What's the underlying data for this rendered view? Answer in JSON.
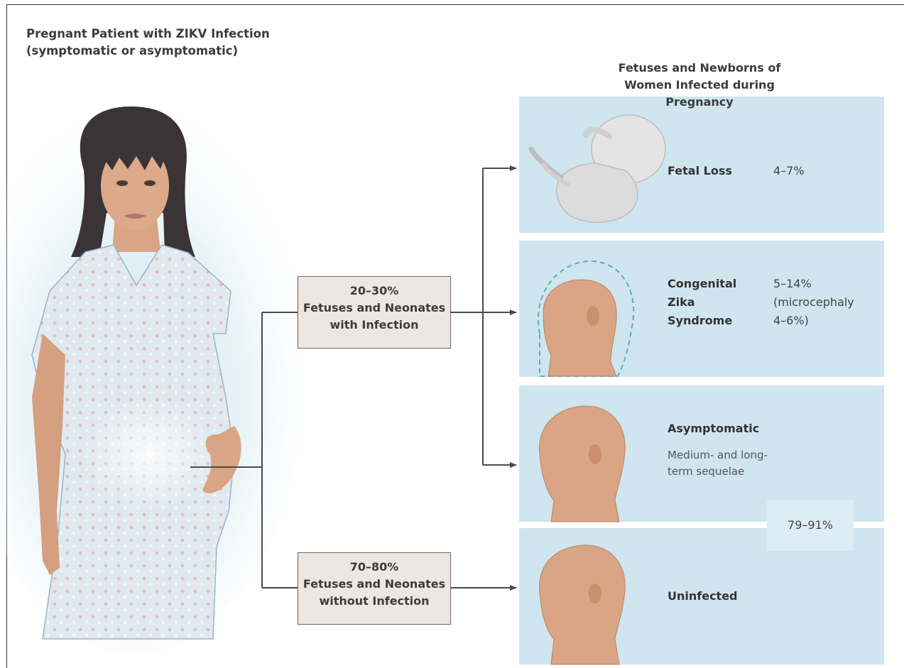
{
  "title": {
    "line1": "Pregnant Patient with ZIKV Infection",
    "line2": "(symptomatic or asymptomatic)"
  },
  "outcomes_header": {
    "line1": "Fetuses and Newborns of",
    "line2": "Women Infected during Pregnancy"
  },
  "branches": [
    {
      "percent": "20–30%",
      "line2": "Fetuses and Neonates",
      "line3": "with Infection"
    },
    {
      "percent": "70–80%",
      "line2": "Fetuses and Neonates",
      "line3": "without Infection"
    }
  ],
  "outcomes": {
    "fetal_loss": {
      "label": "Fetal Loss",
      "value": "4–7%"
    },
    "czs": {
      "label_lines": [
        "Congenital",
        "Zika",
        "Syndrome"
      ],
      "value_lines": [
        "5–14%",
        "(microcephaly",
        "4–6%)"
      ]
    },
    "asymptomatic": {
      "label": "Asymptomatic",
      "note_lines": [
        "Medium- and long-",
        "term sequelae"
      ]
    },
    "uninfected": {
      "label": "Uninfected"
    },
    "combined_value": "79–91%"
  },
  "colors": {
    "panel": "#cfe5ef",
    "branch_box": "#ede6e2",
    "connector": "#4a4a4a",
    "gown": "#dde8ef",
    "skin": "#d9a585",
    "hair": "#3b3437",
    "fetus": "#dedede",
    "microcephaly_outline": "#5cb2b2"
  }
}
